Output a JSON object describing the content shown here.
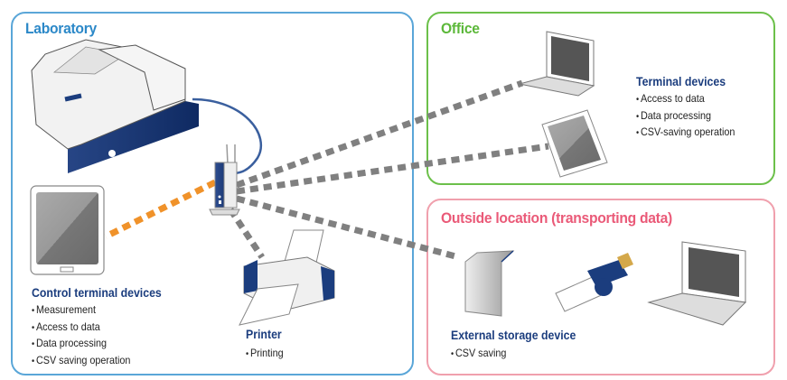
{
  "diagram": {
    "zones": {
      "laboratory": {
        "title": "Laboratory",
        "color": "#5aa6d8"
      },
      "office": {
        "title": "Office",
        "color": "#6cc04a"
      },
      "outside": {
        "title": "Outside location (transporting data)",
        "color": "#f0a0ad"
      }
    },
    "devices": {
      "control_terminal": {
        "title": "Control terminal devices",
        "functions": [
          "Measurement",
          "Access to data",
          "Data processing",
          "CSV saving operation"
        ]
      },
      "printer": {
        "title": "Printer",
        "functions": [
          "Printing"
        ]
      },
      "terminal_devices": {
        "title": "Terminal devices",
        "functions": [
          "Access to data",
          "Data processing",
          "CSV-saving operation"
        ]
      },
      "external_storage": {
        "title": "External storage device",
        "functions": [
          "CSV saving"
        ]
      }
    },
    "icons": [
      "spectrometer-instrument",
      "wireless-router",
      "tablet",
      "printer",
      "laptop",
      "external-hard-drive",
      "usb-flash-drive"
    ],
    "connections": [
      {
        "from": "wireless-router",
        "to": "control-terminal-tablet",
        "style": "dashed",
        "color": "#f0922a"
      },
      {
        "from": "wireless-router",
        "to": "office-laptop",
        "style": "dashed",
        "color": "#808080"
      },
      {
        "from": "wireless-router",
        "to": "office-tablet",
        "style": "dashed",
        "color": "#808080"
      },
      {
        "from": "wireless-router",
        "to": "external-storage",
        "style": "dashed",
        "color": "#808080"
      },
      {
        "from": "wireless-router",
        "to": "printer",
        "style": "dashed",
        "color": "#808080"
      },
      {
        "from": "spectrometer-instrument",
        "to": "wireless-router",
        "style": "cable",
        "color": "#3a5f9e"
      }
    ]
  }
}
